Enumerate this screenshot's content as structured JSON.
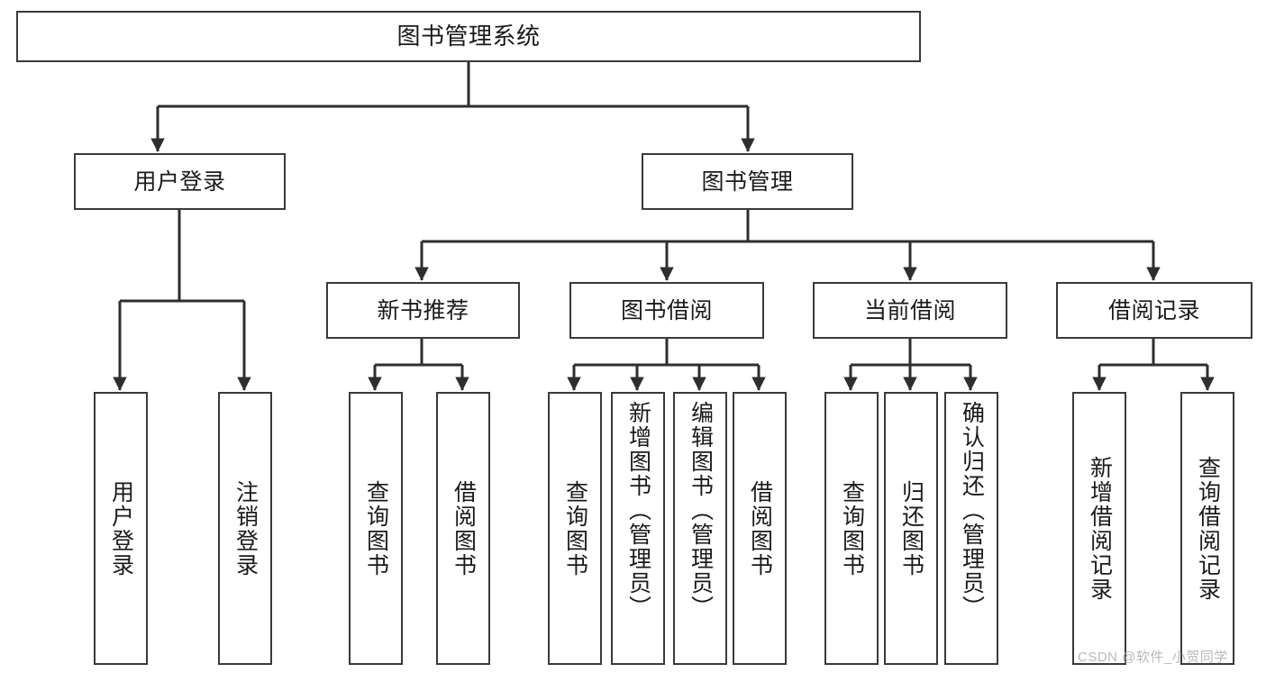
{
  "diagram": {
    "title": "图书管理系统",
    "type": "tree-hierarchy-diagram",
    "watermark": "CSDN @软件_小贺同学",
    "colors": {
      "stroke": "#3a3a3a",
      "fill": "#ffffff",
      "text": "#1a1a1a",
      "watermark": "#b9b9b9"
    },
    "levels": {
      "root": "图书管理系统",
      "level2": [
        "用户登录",
        "图书管理"
      ],
      "level3": [
        "新书推荐",
        "图书借阅",
        "当前借阅",
        "借阅记录"
      ]
    },
    "nodes": {
      "root": {
        "label": "图书管理系统"
      },
      "user_login": {
        "label": "用户登录"
      },
      "book_manage": {
        "label": "图书管理"
      },
      "new_book_rec": {
        "label": "新书推荐"
      },
      "book_borrow": {
        "label": "图书借阅"
      },
      "current_borrow": {
        "label": "当前借阅"
      },
      "borrow_record": {
        "label": "借阅记录"
      },
      "leaf_user_login": {
        "label": "用户登录"
      },
      "leaf_logout": {
        "label": "注销登录"
      },
      "leaf_query_book_1": {
        "label": "查询图书"
      },
      "leaf_borrow_book_1": {
        "label": "借阅图书"
      },
      "leaf_query_book_2": {
        "label": "查询图书"
      },
      "leaf_add_book_admin": {
        "label": "新增图书（管理员）"
      },
      "leaf_edit_book_admin": {
        "label": "编辑图书（管理员）"
      },
      "leaf_borrow_book_2": {
        "label": "借阅图书"
      },
      "leaf_query_book_3": {
        "label": "查询图书"
      },
      "leaf_return_book": {
        "label": "归还图书"
      },
      "leaf_confirm_return_admin": {
        "label": "确认归还（管理员）"
      },
      "leaf_add_record": {
        "label": "新增借阅记录"
      },
      "leaf_query_record": {
        "label": "查询借阅记录"
      }
    },
    "edges": [
      {
        "from": "root",
        "to": "user_login"
      },
      {
        "from": "root",
        "to": "book_manage"
      },
      {
        "from": "user_login",
        "to": "leaf_user_login"
      },
      {
        "from": "user_login",
        "to": "leaf_logout"
      },
      {
        "from": "book_manage",
        "to": "new_book_rec"
      },
      {
        "from": "book_manage",
        "to": "book_borrow"
      },
      {
        "from": "book_manage",
        "to": "current_borrow"
      },
      {
        "from": "book_manage",
        "to": "borrow_record"
      },
      {
        "from": "new_book_rec",
        "to": "leaf_query_book_1"
      },
      {
        "from": "new_book_rec",
        "to": "leaf_borrow_book_1"
      },
      {
        "from": "book_borrow",
        "to": "leaf_query_book_2"
      },
      {
        "from": "book_borrow",
        "to": "leaf_add_book_admin"
      },
      {
        "from": "book_borrow",
        "to": "leaf_edit_book_admin"
      },
      {
        "from": "book_borrow",
        "to": "leaf_borrow_book_2"
      },
      {
        "from": "current_borrow",
        "to": "leaf_query_book_3"
      },
      {
        "from": "current_borrow",
        "to": "leaf_return_book"
      },
      {
        "from": "current_borrow",
        "to": "leaf_confirm_return_admin"
      },
      {
        "from": "borrow_record",
        "to": "leaf_add_record"
      },
      {
        "from": "borrow_record",
        "to": "leaf_query_record"
      }
    ]
  }
}
